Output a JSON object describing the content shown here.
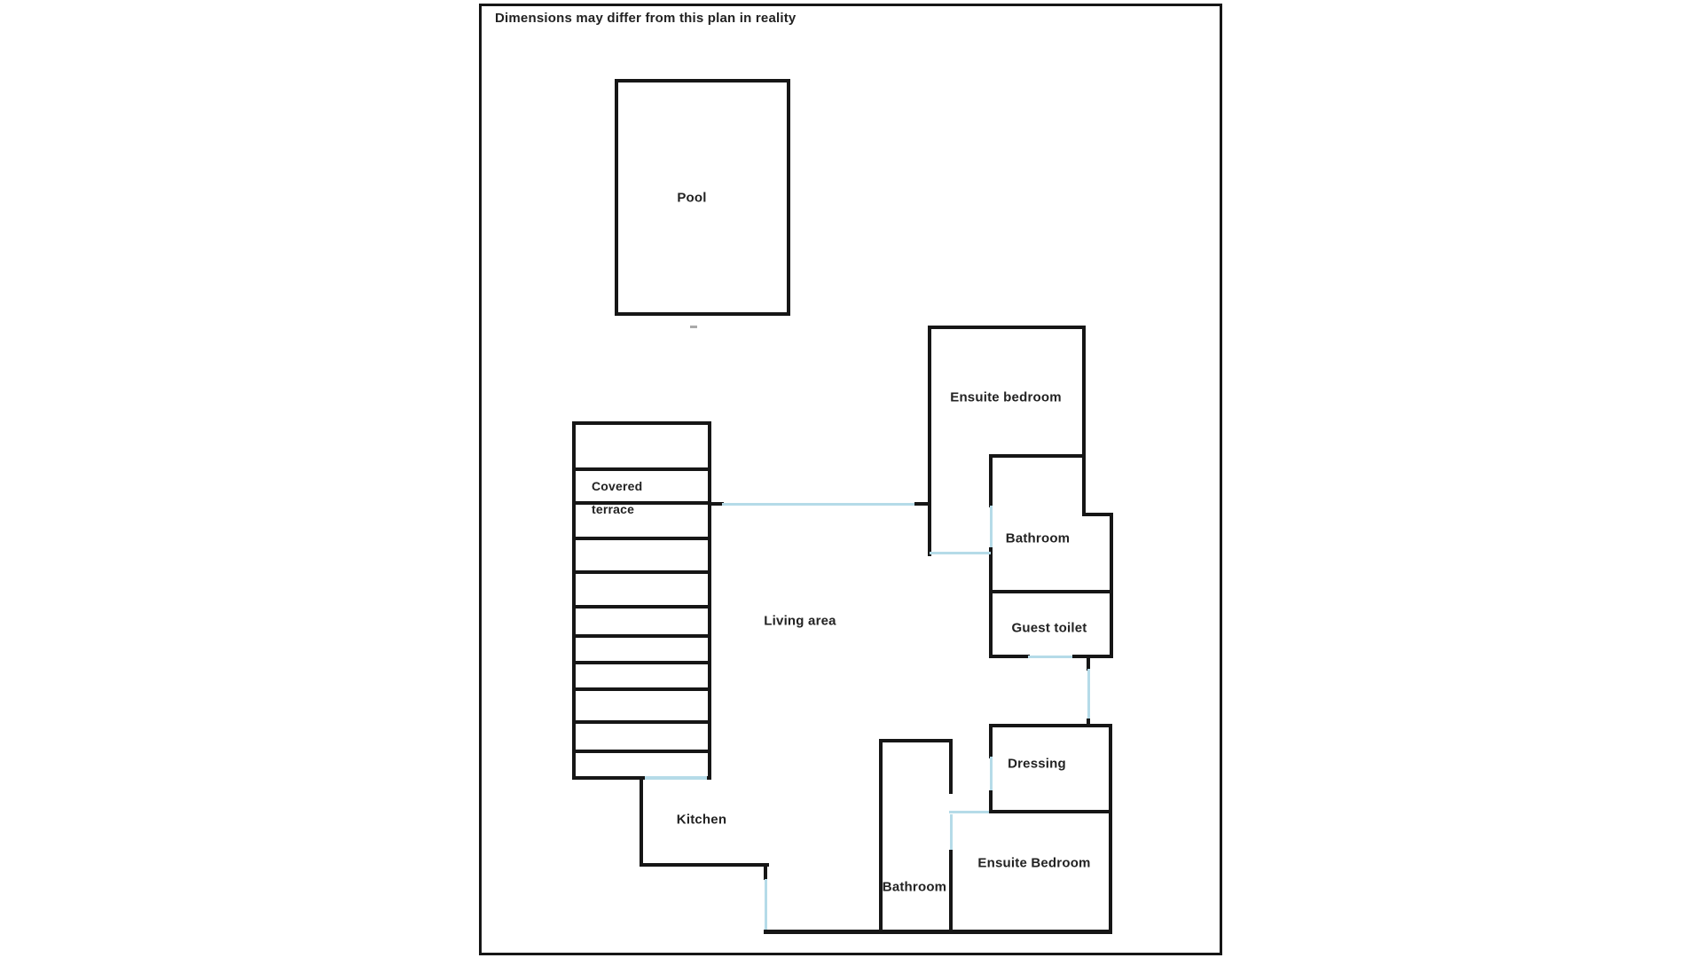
{
  "disclaimer": "Dimensions may differ from this plan in reality",
  "rooms": {
    "pool": "Pool",
    "covered_terrace_line1": "Covered",
    "covered_terrace_line2": "terrace",
    "living_area": "Living area",
    "ensuite_bedroom_top": "Ensuite bedroom",
    "bathroom_top": "Bathroom",
    "guest_toilet": "Guest toilet",
    "dressing": "Dressing",
    "kitchen": "Kitchen",
    "bathroom_bottom": "Bathroom",
    "ensuite_bedroom_bottom": "Ensuite Bedroom"
  },
  "colors": {
    "wall": "#161616",
    "door_opening": "#b5dbe8",
    "text": "#222222",
    "background": "#ffffff"
  }
}
